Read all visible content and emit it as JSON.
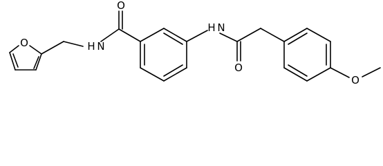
{
  "molecule": {
    "atom_labels": {
      "furan_oxygen": "O",
      "amide1_nitrogen": "N",
      "amide1_hydrogen": "H",
      "amide1_oxygen": "O",
      "amide2_nitrogen": "N",
      "amide2_hydrogen": "H",
      "amide2_oxygen": "O",
      "methoxy_oxygen": "O"
    }
  }
}
